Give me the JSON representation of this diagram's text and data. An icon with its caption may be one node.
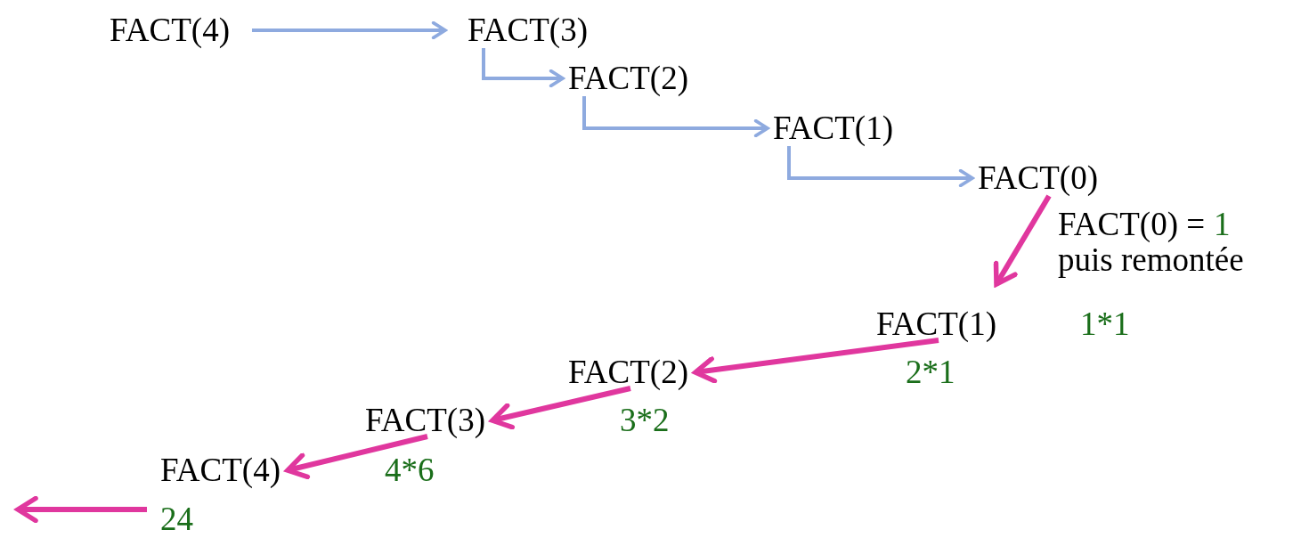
{
  "diagram": {
    "nodes": [
      {
        "text": [
          "FACT(4)"
        ]
      },
      {
        "text": [
          "FACT(3)"
        ]
      },
      {
        "text": [
          "FACT(2)"
        ]
      },
      {
        "text": [
          "FACT(1)"
        ]
      },
      {
        "text": [
          "FACT(0)"
        ]
      },
      {
        "text": [
          "FACT(0) =",
          "1",
          "puis remontée"
        ]
      },
      {
        "text": [
          "FACT(1)"
        ]
      },
      {
        "text": [
          "FACT(2)"
        ]
      },
      {
        "text": [
          "FACT(3)"
        ]
      },
      {
        "text": [
          "FACT(4)"
        ]
      }
    ],
    "edges": [
      {
        "from": 0,
        "to": 1,
        "arrow": "to",
        "color": "#8eaadf"
      },
      {
        "from": 1,
        "to": 2,
        "arrow": "to",
        "color": "#8eaadf"
      },
      {
        "from": 2,
        "to": 3,
        "arrow": "to",
        "color": "#8eaadf"
      },
      {
        "from": 3,
        "to": 4,
        "arrow": "to",
        "color": "#8eaadf"
      },
      {
        "from": 4,
        "to": 6,
        "arrow": "to"
      },
      {
        "from": 6,
        "to": 7,
        "arrow": "to"
      },
      {
        "from": 7,
        "to": 8,
        "arrow": "to"
      },
      {
        "from": 8,
        "to": 9,
        "arrow": "to"
      },
      {
        "from": 9,
        "to": null,
        "arrow": "to"
      }
    ],
    "labels": [
      "1*1",
      "2*1",
      "3*2",
      "4*6",
      "24"
    ]
  }
}
